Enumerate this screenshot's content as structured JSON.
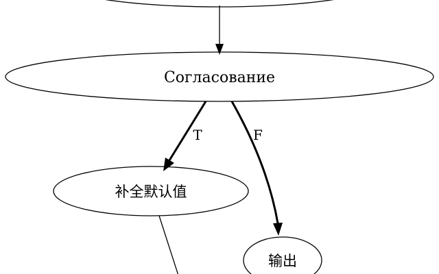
{
  "nodes": {
    "agreement": {
      "label": "Согласование"
    },
    "fill_defaults": {
      "label": "补全默认值"
    },
    "output": {
      "label": "输出"
    }
  },
  "edges": {
    "true_branch": {
      "label": "T"
    },
    "false_branch": {
      "label": "F"
    }
  }
}
